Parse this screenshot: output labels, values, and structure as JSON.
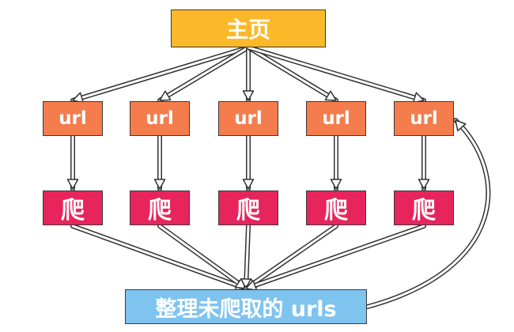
{
  "nodes": {
    "homepage": "主页",
    "urls": [
      "url",
      "url",
      "url",
      "url",
      "url"
    ],
    "crawls": [
      "爬",
      "爬",
      "爬",
      "爬",
      "爬"
    ],
    "collect": "整理未爬取的 urls"
  },
  "colors": {
    "homepage_fill": "#fbb92a",
    "url_fill": "#f47c4d",
    "crawl_fill": "#e8245c",
    "collect_fill": "#7fc3ef",
    "arrow_stroke": "#333333",
    "arrow_fill": "#ffffff"
  }
}
